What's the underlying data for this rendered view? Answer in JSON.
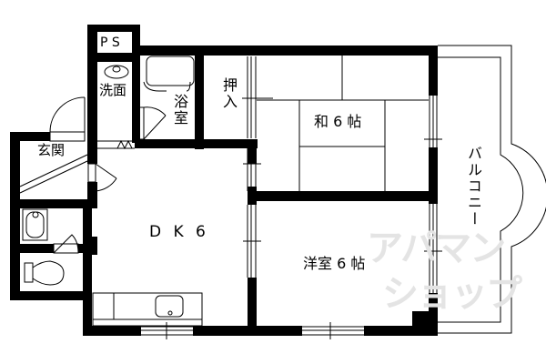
{
  "floorplan": {
    "title": "",
    "rooms": {
      "ps": "P S",
      "washroom": "洗面",
      "bathroom": "浴室",
      "closet": "押入",
      "entrance": "玄関",
      "japanese_room": "和 6 帖",
      "dk": "D K 6",
      "western_room": "洋室 6 帖",
      "balcony": "バルコニー"
    },
    "watermark": {
      "line1": "アパマン",
      "line2": "ショップ"
    },
    "colors": {
      "wall": "#000000",
      "background": "#ffffff",
      "watermark": "#e4e4e4"
    }
  }
}
